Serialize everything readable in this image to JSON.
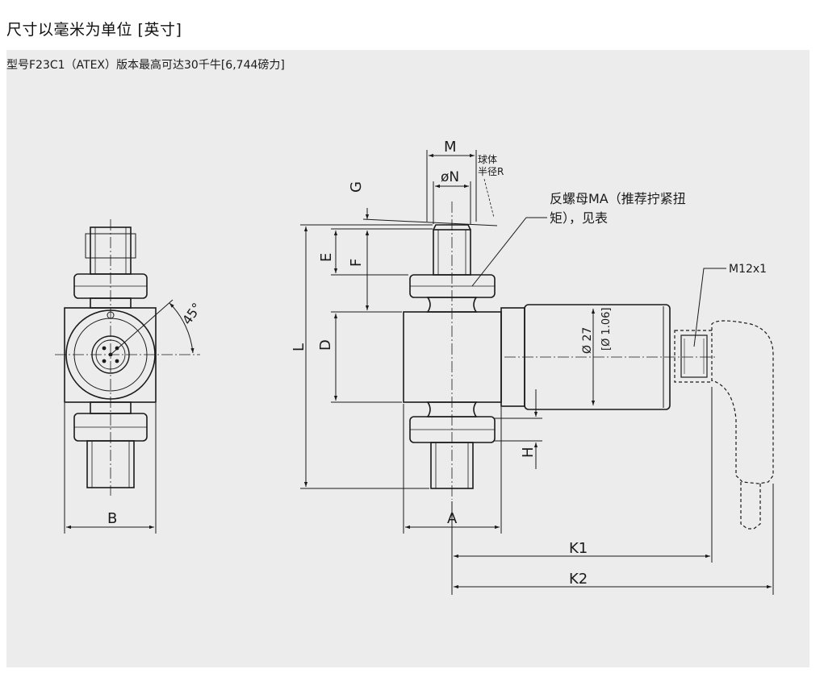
{
  "page": {
    "heading": "尺寸以毫米为单位 [英寸]",
    "subtitle": "型号F23C1（ATEX）版本最高可达30千牛[6,744磅力]"
  },
  "labels": {
    "M": "M",
    "N": "øN",
    "ball_line1": "球体",
    "ball_line2": "半径R",
    "G": "G",
    "E": "E",
    "F": "F",
    "L": "L",
    "D": "D",
    "H": "H",
    "A": "A",
    "B": "B",
    "K1": "K1",
    "K2": "K2",
    "angle": "45°",
    "nut_line1": "反螺母MA（推荐拧紧扭",
    "nut_line2": "矩），见表",
    "connector": "M12x1",
    "diameter_mm": "Ø 27",
    "diameter_in": "[Ø 1.06]"
  },
  "colors": {
    "line": "#1a1a1a",
    "panel": "#ececec",
    "background": "#ffffff"
  }
}
